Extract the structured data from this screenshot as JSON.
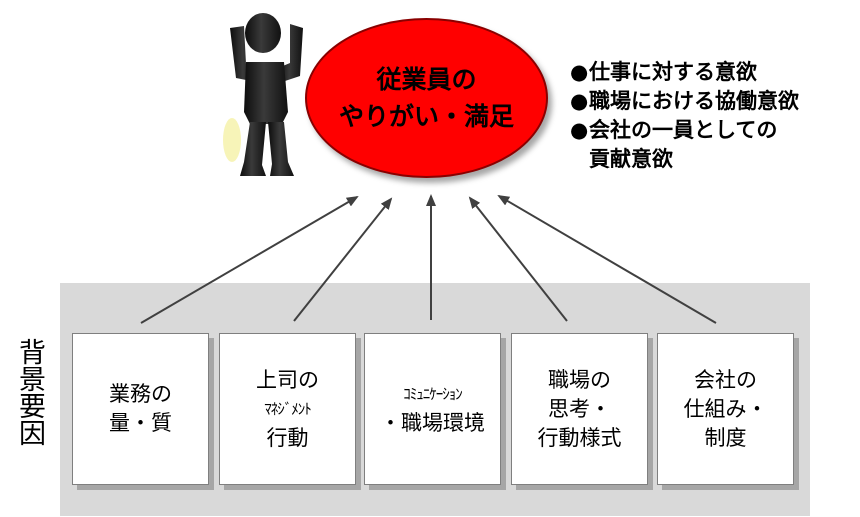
{
  "goal": {
    "lines": [
      "従業員の",
      "やりがい・満足"
    ],
    "color": "#ff0000"
  },
  "bullets": [
    {
      "lines": [
        "仕事に対する意欲"
      ]
    },
    {
      "lines": [
        "職場における協働意欲"
      ]
    },
    {
      "lines": [
        "会社の一員としての",
        "貢献意欲"
      ]
    }
  ],
  "bullet_marker": "●",
  "side_label": "背景要因",
  "factors": [
    {
      "lines": [
        "業務の",
        "量・質"
      ]
    },
    {
      "lines": [
        "上司の",
        "ﾏﾈｼﾞﾒﾝﾄ",
        "行動"
      ]
    },
    {
      "lines": [
        "ｺﾐｭﾆｹｰｼｮﾝ",
        "・職場環境"
      ]
    },
    {
      "lines": [
        "職場の",
        "思考・",
        "行動様式"
      ]
    },
    {
      "lines": [
        "会社の",
        "仕組み・",
        "制度"
      ]
    }
  ],
  "icons": {
    "figure": "person-cheering-icon"
  }
}
